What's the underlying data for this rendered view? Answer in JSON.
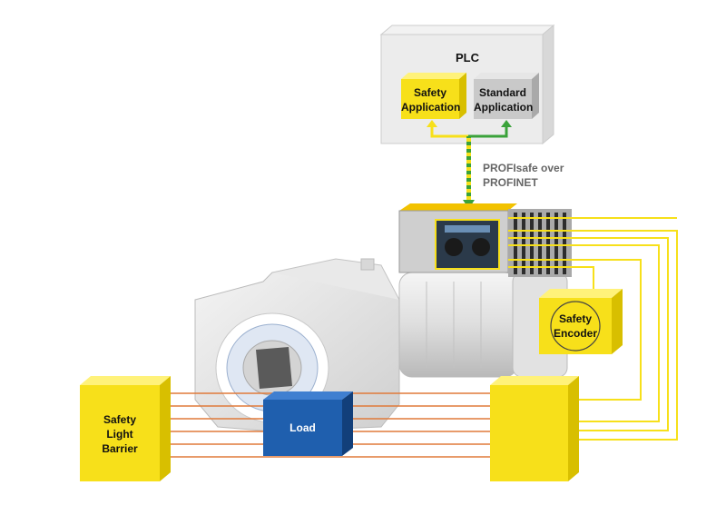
{
  "plc": {
    "title": "PLC",
    "safety_app": "Safety\nApplication",
    "standard_app": "Standard\nApplication"
  },
  "network_label": "PROFIsafe over\nPROFINET",
  "encoder_label": "Safety\nEncoder",
  "light_barrier_label": "Safety\nLight\nBarrier",
  "load_label": "Load",
  "colors": {
    "safety_yellow": "#f7e01a",
    "standard_gray": "#c9c9c9",
    "network_green": "#3aa23a",
    "load_blue": "#1f5fae",
    "light_beam": "#e07a3a"
  }
}
